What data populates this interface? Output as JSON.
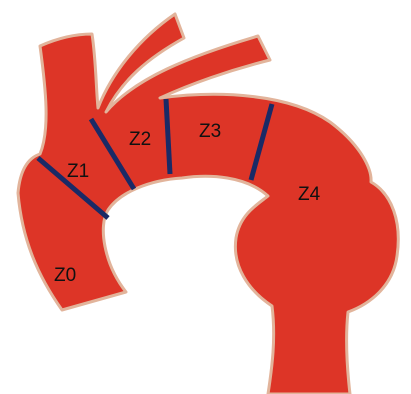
{
  "zones": [
    {
      "id": "z0",
      "label": "Z0"
    },
    {
      "id": "z1",
      "label": "Z1"
    },
    {
      "id": "z2",
      "label": "Z2"
    },
    {
      "id": "z3",
      "label": "Z3"
    },
    {
      "id": "z4",
      "label": "Z4"
    }
  ],
  "colors": {
    "vessel": "#dd3527",
    "vessel_outline": "#e2b49b",
    "zone_boundary": "#1a2a66",
    "background": "#ffffff"
  }
}
